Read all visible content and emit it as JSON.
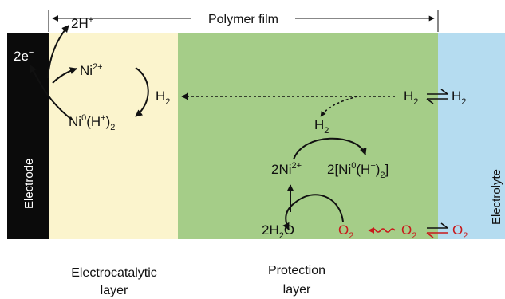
{
  "header": {
    "polymer_film": "Polymer film"
  },
  "colors": {
    "electrode": "#0b0b0b",
    "electrocatalytic_layer": "#fbf4cd",
    "protection_layer": "#a5cd88",
    "electrolyte": "#b5dcf0",
    "arrow": "#111111",
    "oxygen": "#c8191b"
  },
  "regions": {
    "electrode": "Electrode",
    "electrolyte": "Electrolyte",
    "electrocatalytic_layer": [
      "Electrocatalytic",
      "layer"
    ],
    "protection_layer": [
      "Protection",
      "layer"
    ]
  },
  "species": {
    "electrons": {
      "main": "2e",
      "sup": "−"
    },
    "protons": {
      "main": "2H",
      "sup": "+"
    },
    "nickel_ion": {
      "main": "Ni",
      "sup": "2+"
    },
    "nickel_hydride": {
      "a": "Ni",
      "sup0": "0",
      "b": "(H",
      "sup1": "+",
      "c": ")",
      "sub": "2"
    },
    "hydrogen_catalytic": {
      "main": "H",
      "sub": "2"
    },
    "hydrogen_permeating": {
      "main": "H",
      "sub": "2"
    },
    "hydrogen_film": {
      "main": "H",
      "sub": "2"
    },
    "hydrogen_electrolyte": {
      "main": "H",
      "sub": "2"
    },
    "nickel_ion_protection": {
      "main": "2Ni",
      "sup": "2+"
    },
    "nickel_hydride_protection": {
      "a": "2[Ni",
      "sup0": "0",
      "b": "(H",
      "sup1": "+",
      "c": ")",
      "sub": "2",
      "d": "]"
    },
    "water": {
      "a": "2H",
      "sub": "2",
      "b": "O"
    },
    "oxygen_reacting": {
      "main": "O",
      "sub": "2"
    },
    "oxygen_film": {
      "main": "O",
      "sub": "2"
    },
    "oxygen_electrolyte": {
      "main": "O",
      "sub": "2"
    }
  }
}
